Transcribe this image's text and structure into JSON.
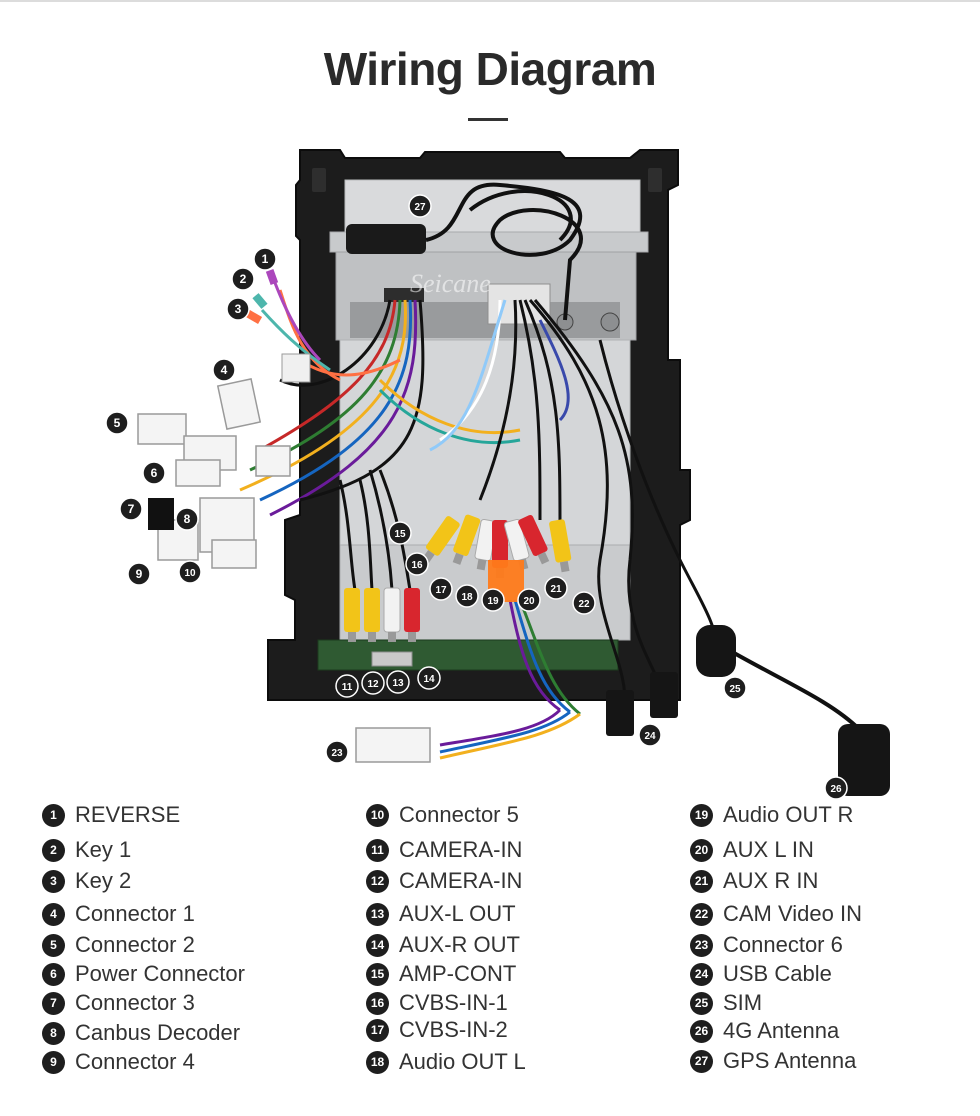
{
  "title": "Wiring Diagram",
  "watermark": "Seicane",
  "callouts": [
    "1",
    "2",
    "3",
    "4",
    "5",
    "6",
    "7",
    "8",
    "9",
    "10",
    "11",
    "12",
    "13",
    "14",
    "15",
    "16",
    "17",
    "18",
    "19",
    "20",
    "21",
    "22",
    "23",
    "24",
    "25",
    "26",
    "27"
  ],
  "legend": [
    {
      "num": "1",
      "label": "REVERSE"
    },
    {
      "num": "2",
      "label": "Key 1"
    },
    {
      "num": "3",
      "label": "Key 2"
    },
    {
      "num": "4",
      "label": "Connector 1"
    },
    {
      "num": "5",
      "label": "Connector 2"
    },
    {
      "num": "6",
      "label": "Power Connector"
    },
    {
      "num": "7",
      "label": "Connector 3"
    },
    {
      "num": "8",
      "label": "Canbus Decoder"
    },
    {
      "num": "9",
      "label": "Connector 4"
    },
    {
      "num": "10",
      "label": "Connector 5"
    },
    {
      "num": "11",
      "label": "CAMERA-IN"
    },
    {
      "num": "12",
      "label": "CAMERA-IN"
    },
    {
      "num": "13",
      "label": "AUX-L OUT"
    },
    {
      "num": "14",
      "label": "AUX-R OUT"
    },
    {
      "num": "15",
      "label": "AMP-CONT"
    },
    {
      "num": "16",
      "label": "CVBS-IN-1"
    },
    {
      "num": "17",
      "label": "CVBS-IN-2"
    },
    {
      "num": "18",
      "label": "Audio OUT L"
    },
    {
      "num": "19",
      "label": "Audio OUT R"
    },
    {
      "num": "20",
      "label": "AUX L IN"
    },
    {
      "num": "21",
      "label": "AUX R IN"
    },
    {
      "num": "22",
      "label": "CAM Video IN"
    },
    {
      "num": "23",
      "label": "Connector 6"
    },
    {
      "num": "24",
      "label": "USB Cable"
    },
    {
      "num": "25",
      "label": "SIM"
    },
    {
      "num": "26",
      "label": "4G Antenna"
    },
    {
      "num": "27",
      "label": "GPS Antenna"
    }
  ],
  "colors": {
    "frame": "#1c1c1c",
    "panel": "#d4d6d8",
    "rca_yellow": "#f2c418",
    "rca_red": "#d8262e",
    "rca_white": "#f2f2f2",
    "badge": "#1e1e1e"
  }
}
